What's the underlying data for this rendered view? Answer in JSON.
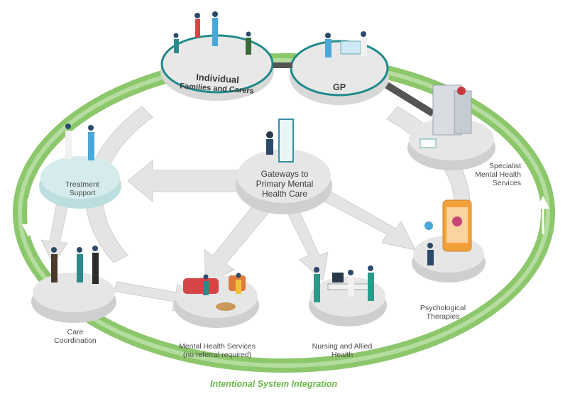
{
  "nodes": {
    "individual": {
      "line1": "Individual",
      "line2": "Families and Carers"
    },
    "gp": {
      "label": "GP"
    },
    "gateways": {
      "line1": "Gateways to",
      "line2": "Primary Mental",
      "line3": "Health Care"
    },
    "treatment_support": {
      "line1": "Treatment",
      "line2": "Support"
    },
    "specialist": {
      "line1": "Specialist",
      "line2": "Mental Health",
      "line3": "Services"
    },
    "care_coordination": {
      "line1": "Care",
      "line2": "Coordination"
    },
    "mental_health_services": {
      "line1": "Mental Health Services",
      "line2": "(no referral required)"
    },
    "nursing": {
      "line1": "Nursing and Allied",
      "line2": "Health"
    },
    "psychological": {
      "line1": "Psychological",
      "line2": "Therapies"
    }
  },
  "footer": {
    "label": "Intentional System Integration"
  },
  "colors": {
    "ring_green": "#8cc76b",
    "platform_grey": "#d9d9d9",
    "teal": "#1f8a8a",
    "arrow_grey": "#e2e2e2"
  }
}
